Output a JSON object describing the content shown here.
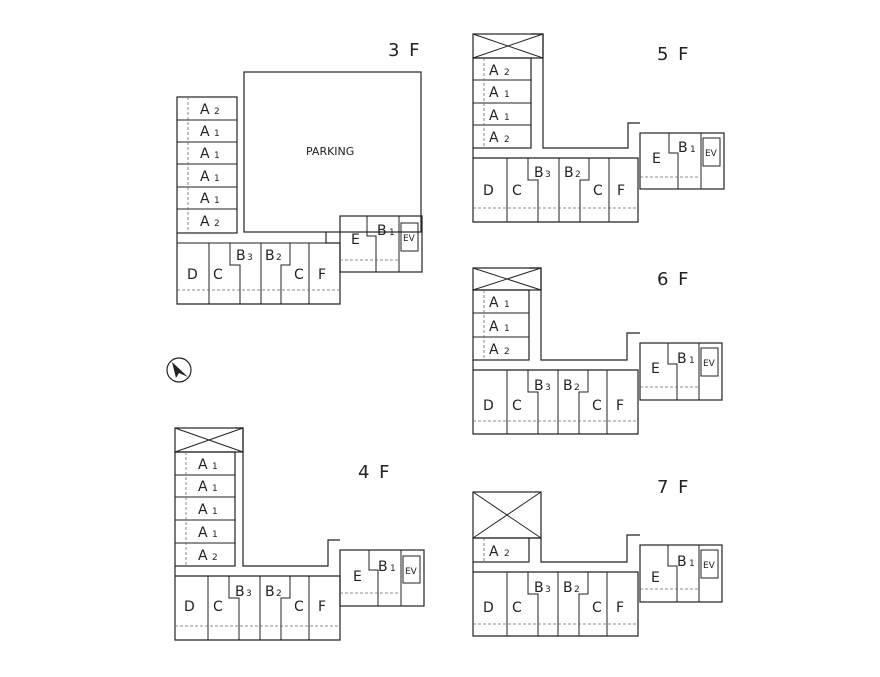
{
  "floors": {
    "f3": {
      "title": "3 F",
      "parking": "PARKING",
      "east_units": [
        {
          "letter": "A",
          "num": "2"
        },
        {
          "letter": "A",
          "num": "1"
        },
        {
          "letter": "A",
          "num": "1"
        },
        {
          "letter": "A",
          "num": "1"
        },
        {
          "letter": "A",
          "num": "1"
        },
        {
          "letter": "A",
          "num": "2"
        }
      ],
      "bottom_units": {
        "d": "D",
        "c1": "C",
        "b3_l": "B",
        "b3_n": "3",
        "b2_l": "B",
        "b2_n": "2",
        "c2": "C",
        "f": "F"
      },
      "core": {
        "e": "E",
        "b1_l": "B",
        "b1_n": "1",
        "ev": "EV"
      }
    },
    "f4": {
      "title": "4 F",
      "east_units": [
        {
          "letter": "A",
          "num": "1"
        },
        {
          "letter": "A",
          "num": "1"
        },
        {
          "letter": "A",
          "num": "1"
        },
        {
          "letter": "A",
          "num": "1"
        },
        {
          "letter": "A",
          "num": "2"
        }
      ],
      "bottom_units": {
        "d": "D",
        "c1": "C",
        "b3_l": "B",
        "b3_n": "3",
        "b2_l": "B",
        "b2_n": "2",
        "c2": "C",
        "f": "F"
      },
      "core": {
        "e": "E",
        "b1_l": "B",
        "b1_n": "1",
        "ev": "EV"
      }
    },
    "f5": {
      "title": "5 F",
      "east_units": [
        {
          "letter": "A",
          "num": "2"
        },
        {
          "letter": "A",
          "num": "1"
        },
        {
          "letter": "A",
          "num": "1"
        },
        {
          "letter": "A",
          "num": "2"
        }
      ],
      "bottom_units": {
        "d": "D",
        "c1": "C",
        "b3_l": "B",
        "b3_n": "3",
        "b2_l": "B",
        "b2_n": "2",
        "c2": "C",
        "f": "F"
      },
      "core": {
        "e": "E",
        "b1_l": "B",
        "b1_n": "1",
        "ev": "EV"
      }
    },
    "f6": {
      "title": "6 F",
      "east_units": [
        {
          "letter": "A",
          "num": "1"
        },
        {
          "letter": "A",
          "num": "1"
        },
        {
          "letter": "A",
          "num": "2"
        }
      ],
      "bottom_units": {
        "d": "D",
        "c1": "C",
        "b3_l": "B",
        "b3_n": "3",
        "b2_l": "B",
        "b2_n": "2",
        "c2": "C",
        "f": "F"
      },
      "core": {
        "e": "E",
        "b1_l": "B",
        "b1_n": "1",
        "ev": "EV"
      }
    },
    "f7": {
      "title": "7 F",
      "east_units": [
        {
          "letter": "A",
          "num": "2"
        }
      ],
      "bottom_units": {
        "d": "D",
        "c1": "C",
        "b3_l": "B",
        "b3_n": "3",
        "b2_l": "B",
        "b2_n": "2",
        "c2": "C",
        "f": "F"
      },
      "core": {
        "e": "E",
        "b1_l": "B",
        "b1_n": "1",
        "ev": "EV"
      }
    }
  },
  "compass": {
    "icon": "north-arrow-icon"
  }
}
